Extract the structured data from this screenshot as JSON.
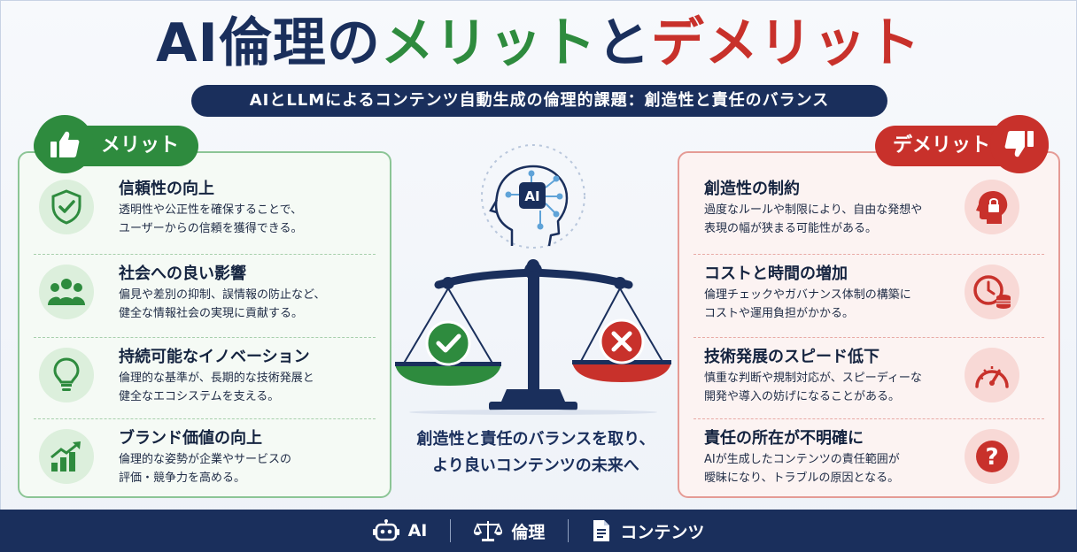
{
  "title": {
    "part1": "AI倫理の",
    "part2": "メリット",
    "part3": "と",
    "part4": "デメリット"
  },
  "subtitle": "AIとLLMによるコンテンツ自動生成の倫理的課題：創造性と責任のバランス",
  "merits": {
    "label": "メリット",
    "items": [
      {
        "heading": "信頼性の向上",
        "line1": "透明性や公正性を確保することで、",
        "line2": "ユーザーからの信頼を獲得できる。",
        "icon": "shield-check-icon"
      },
      {
        "heading": "社会への良い影響",
        "line1": "偏見や差別の抑制、誤情報の防止など、",
        "line2": "健全な情報社会の実現に貢献する。",
        "icon": "people-icon"
      },
      {
        "heading": "持続可能なイノベーション",
        "line1": "倫理的な基準が、長期的な技術発展と",
        "line2": "健全なエコシステムを支える。",
        "icon": "lightbulb-icon"
      },
      {
        "heading": "ブランド価値の向上",
        "line1": "倫理的な姿勢が企業やサービスの",
        "line2": "評価・競争力を高める。",
        "icon": "growth-chart-icon"
      }
    ]
  },
  "demerits": {
    "label": "デメリット",
    "items": [
      {
        "heading": "創造性の制約",
        "line1": "過度なルールや制限により、自由な発想や",
        "line2": "表現の幅が狭まる可能性がある。",
        "icon": "head-lock-icon"
      },
      {
        "heading": "コストと時間の増加",
        "line1": "倫理チェックやガバナンス体制の構築に",
        "line2": "コストや運用負担がかかる。",
        "icon": "clock-coins-icon"
      },
      {
        "heading": "技術発展のスピード低下",
        "line1": "慎重な判断や規制対応が、スピーディーな",
        "line2": "開発や導入の妨げになることがある。",
        "icon": "speedometer-icon"
      },
      {
        "heading": "責任の所在が不明確に",
        "line1": "AIが生成したコンテンツの責任範囲が",
        "line2": "曖昧になり、トラブルの原因となる。",
        "icon": "question-icon"
      }
    ]
  },
  "center": {
    "ai_badge": "AI",
    "caption_line1": "創造性と責任のバランスを取り、",
    "caption_line2": "より良いコンテンツの未来へ"
  },
  "footer": {
    "items": [
      {
        "label": "AI",
        "icon": "robot-icon"
      },
      {
        "label": "倫理",
        "icon": "scales-icon"
      },
      {
        "label": "コンテンツ",
        "icon": "document-icon"
      }
    ]
  },
  "colors": {
    "navy": "#1a2f5c",
    "green": "#2e8b3e",
    "red": "#c8312b"
  }
}
